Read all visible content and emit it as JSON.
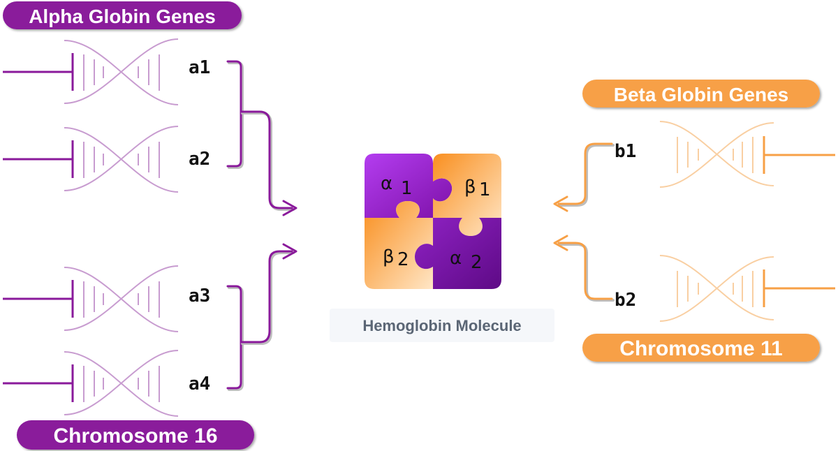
{
  "alpha": {
    "title": "Alpha Globin Genes",
    "chromosome": "Chromosome 16",
    "genes": [
      "a1",
      "a2",
      "a3",
      "a4"
    ],
    "color": "#8a1a9b"
  },
  "beta": {
    "title": "Beta Globin Genes",
    "chromosome": "Chromosome 11",
    "genes": [
      "b1",
      "b2"
    ],
    "color": "#f7a046"
  },
  "molecule": {
    "label": "Hemoglobin Molecule",
    "pieces": {
      "alpha1": {
        "symbol": "α",
        "sub": "1"
      },
      "beta1": {
        "symbol": "β",
        "sub": "1"
      },
      "beta2": {
        "symbol": "β",
        "sub": "2"
      },
      "alpha2": {
        "symbol": "α",
        "sub": "2"
      }
    },
    "colors": {
      "purple": "#9b1fd6",
      "orange": "#f79a33"
    }
  }
}
